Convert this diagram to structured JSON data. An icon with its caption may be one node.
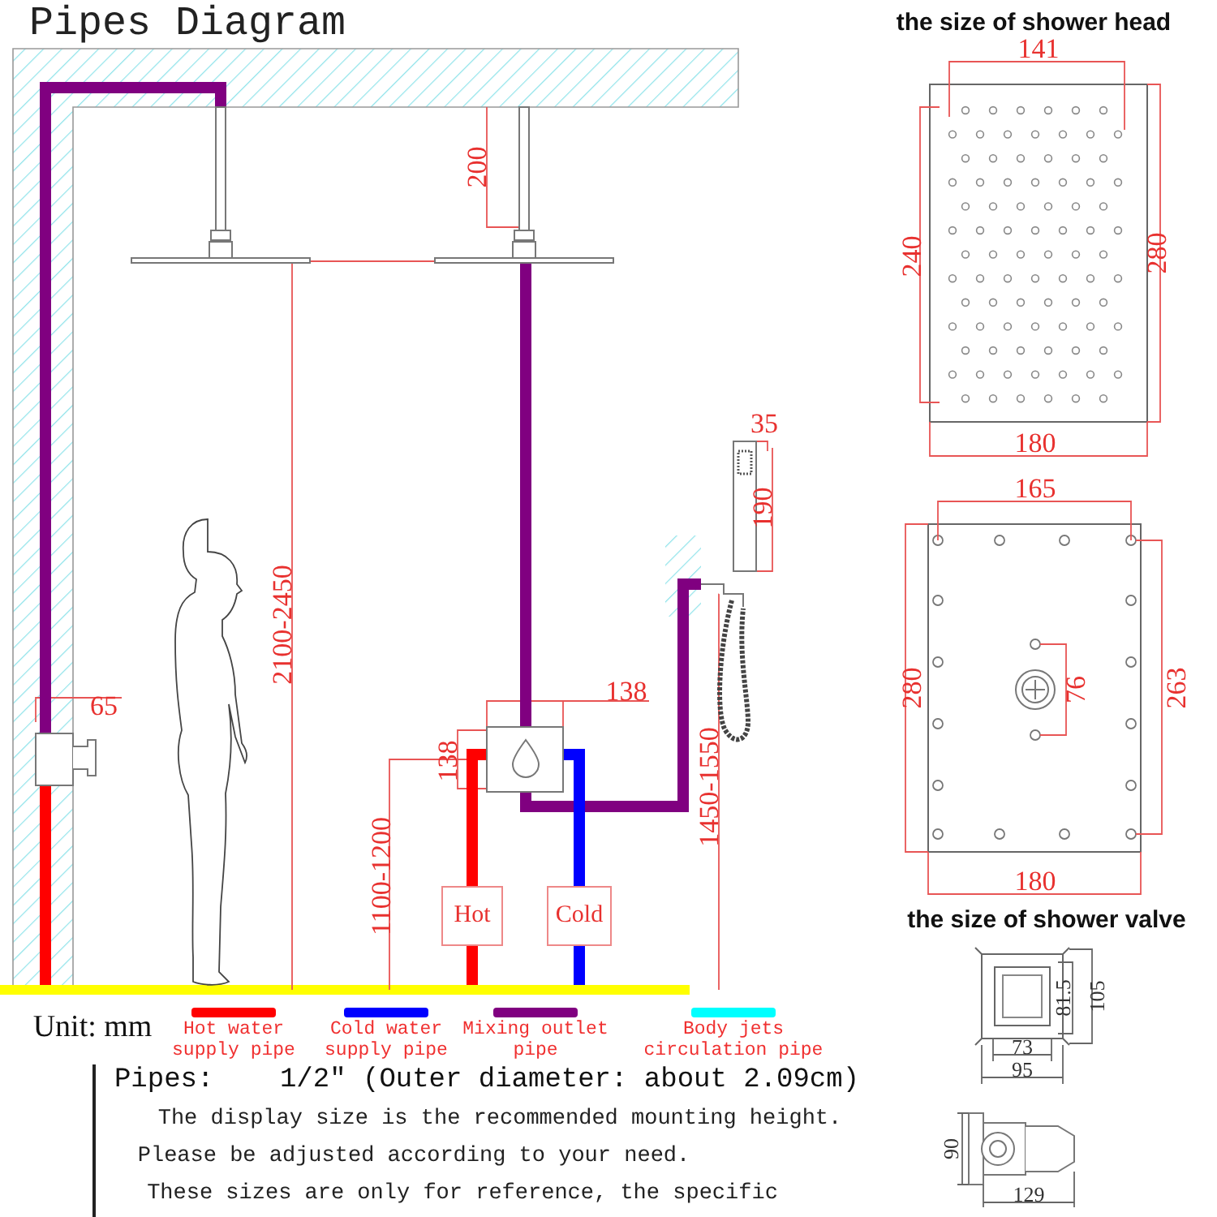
{
  "diagram": {
    "title": "Pipes Diagram",
    "nodes": [
      {
        "text": [],
        "shape": "picture"
      },
      {
        "text": [],
        "shape": "picture"
      },
      {
        "text": [],
        "shape": "picture"
      },
      {
        "text": [],
        "shape": "person"
      },
      {
        "text": [],
        "shape": "picture"
      },
      {
        "text": [],
        "shape": "picture"
      },
      {
        "text": [
          "Hot"
        ]
      },
      {
        "text": [
          "Cold"
        ]
      }
    ],
    "edges": [
      {
        "from": 4,
        "to": 0,
        "arrow": "none",
        "color": "#800080"
      },
      {
        "from": 5,
        "to": 1,
        "arrow": "none",
        "color": "#800080"
      },
      {
        "from": 5,
        "to": 2,
        "arrow": "none",
        "color": "#800080"
      },
      {
        "from": 6,
        "to": 5,
        "arrow": "none",
        "color": "#ff0000"
      },
      {
        "from": 7,
        "to": 5,
        "arrow": "none",
        "color": "#0000ff"
      },
      {
        "from": null,
        "to": 4,
        "arrow": "none",
        "color": "#ff0000"
      },
      {
        "from": null,
        "to": 6,
        "arrow": "none",
        "color": "#ff0000"
      },
      {
        "from": null,
        "to": 7,
        "arrow": "none",
        "color": "#0000ff"
      }
    ],
    "labels": [
      "the size of shower head",
      "141",
      "240",
      "280",
      "180",
      "165",
      "280",
      "76",
      "263",
      "180",
      "200",
      "35",
      "190",
      "65",
      "2100-2450",
      "138",
      "138",
      "1100-1200",
      "1450-1550",
      "the size of shower valve",
      "81.5",
      "105",
      "73",
      "95",
      "90",
      "129",
      "Unit: mm",
      "Pipes:    1/2″ (Outer diameter: about 2.09cm)",
      "The display size is the recommended mounting height.",
      "Please be adjusted according to your need.",
      "These sizes are only for reference, the specific"
    ],
    "legend": [
      {
        "text": "Hot water supply pipe",
        "color": "#ff0000"
      },
      {
        "text": "Cold water supply pipe",
        "color": "#0000ff"
      },
      {
        "text": "Mixing outlet pipe",
        "color": "#800080"
      },
      {
        "text": "Body jets circulation pipe",
        "color": "#00ffff"
      }
    ]
  }
}
